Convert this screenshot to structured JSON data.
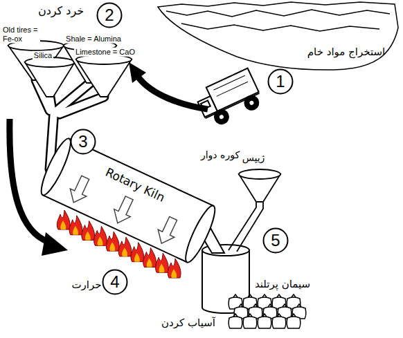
{
  "diagram": {
    "nodes": [
      {
        "text": [
          "1"
        ]
      },
      {
        "text": [
          "2"
        ]
      },
      {
        "text": [
          "3"
        ]
      },
      {
        "text": [
          "4"
        ]
      },
      {
        "text": [
          "5"
        ]
      }
    ],
    "labels": [
      "خرد کردن",
      "Old tires = Fe-ox",
      "Silica",
      "Shale = Alumina",
      "Limestone = CaO",
      "استخراج مواد خام",
      "کوره دوار",
      "Rotary Kiln",
      "ژیپس",
      "حرارت",
      "سیمان پرتلند",
      "آسیاب کردن"
    ]
  }
}
